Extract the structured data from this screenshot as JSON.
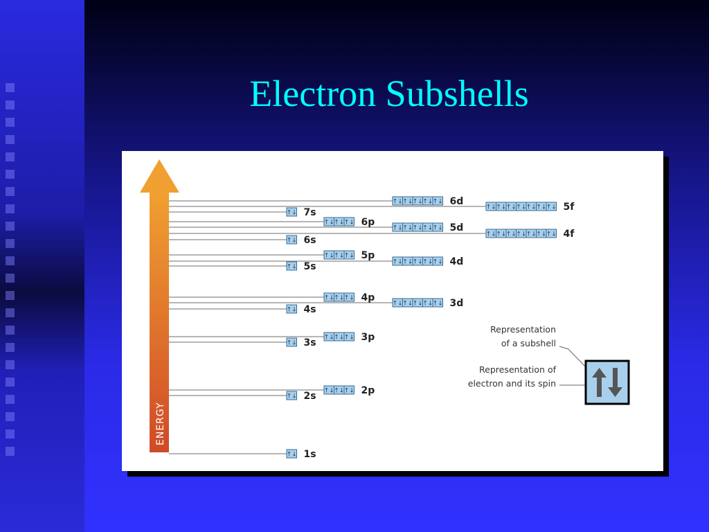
{
  "slide": {
    "title": "Electron Subshells"
  },
  "diagram": {
    "axis_label": "ENERGY",
    "arrow_colors": {
      "top": "#f0a030",
      "bottom": "#d04a28"
    },
    "box_fill": "#a8d0ec",
    "box_stroke": "#3a6a90",
    "spin_glyph": "↑↓",
    "subshells": [
      {
        "label": "1s",
        "orbitals": 1,
        "level": 1
      },
      {
        "label": "2s",
        "orbitals": 1,
        "level": 2
      },
      {
        "label": "2p",
        "orbitals": 3,
        "level": 3
      },
      {
        "label": "3s",
        "orbitals": 1,
        "level": 4
      },
      {
        "label": "3p",
        "orbitals": 3,
        "level": 5
      },
      {
        "label": "4s",
        "orbitals": 1,
        "level": 6
      },
      {
        "label": "3d",
        "orbitals": 5,
        "level": 7
      },
      {
        "label": "4p",
        "orbitals": 3,
        "level": 8
      },
      {
        "label": "5s",
        "orbitals": 1,
        "level": 9
      },
      {
        "label": "4d",
        "orbitals": 5,
        "level": 10
      },
      {
        "label": "5p",
        "orbitals": 3,
        "level": 11
      },
      {
        "label": "6s",
        "orbitals": 1,
        "level": 12
      },
      {
        "label": "4f",
        "orbitals": 7,
        "level": 13
      },
      {
        "label": "5d",
        "orbitals": 5,
        "level": 14
      },
      {
        "label": "6p",
        "orbitals": 3,
        "level": 15
      },
      {
        "label": "7s",
        "orbitals": 1,
        "level": 16
      },
      {
        "label": "5f",
        "orbitals": 7,
        "level": 17
      },
      {
        "label": "6d",
        "orbitals": 5,
        "level": 18
      }
    ],
    "legend": {
      "subshell_note_line1": "Representation",
      "subshell_note_line2": "of a subshell",
      "electron_note_line1": "Representation of",
      "electron_note_line2": "electron and its spin"
    }
  }
}
